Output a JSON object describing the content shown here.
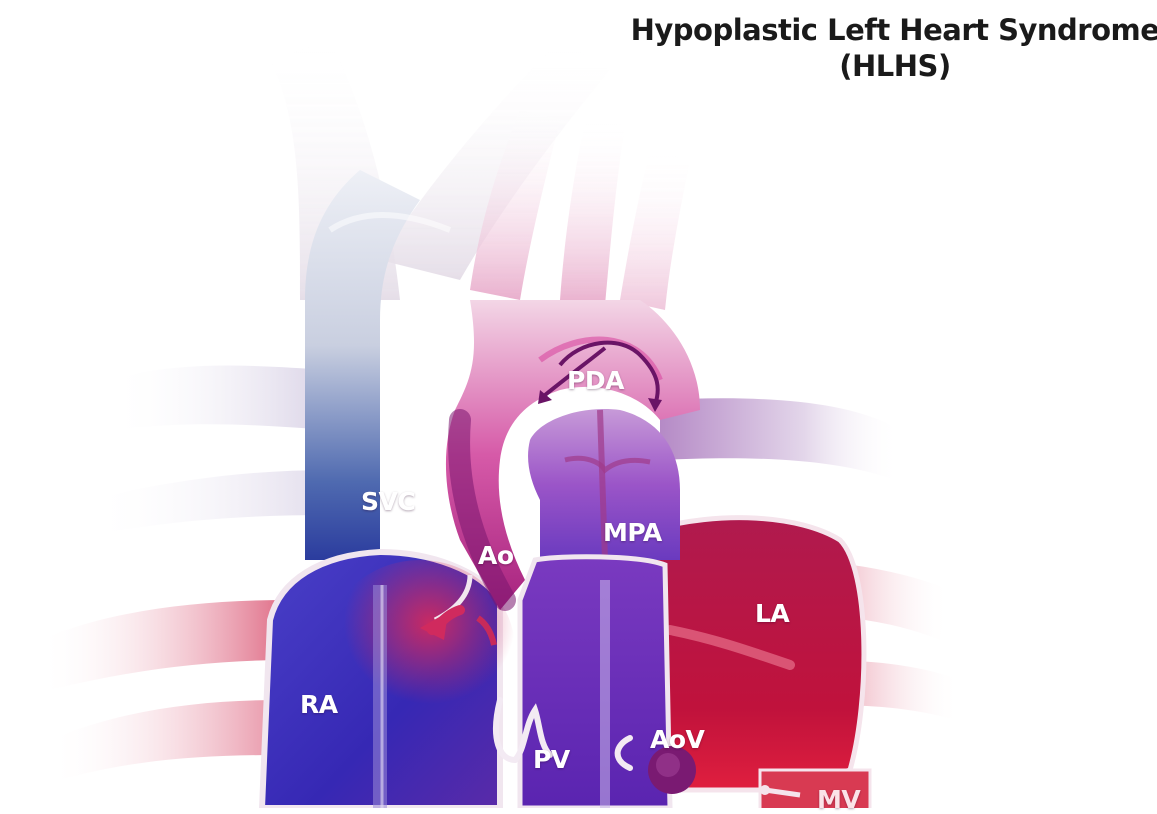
{
  "title": {
    "line1": "Hypoplastic Left Heart Syndrome",
    "line2": "(HLHS)"
  },
  "labels": {
    "pda": "PDA",
    "svc": "SVC",
    "ao": "Ao",
    "mpa": "MPA",
    "la": "LA",
    "ra": "RA",
    "pv": "PV",
    "aov": "AoV",
    "mv": "MV"
  },
  "colors": {
    "deoxygenated": "#3a2fb0",
    "oxygenated": "#c8103a",
    "mixed": "#8a1f86",
    "vessel_light": "#f1e6ef"
  }
}
